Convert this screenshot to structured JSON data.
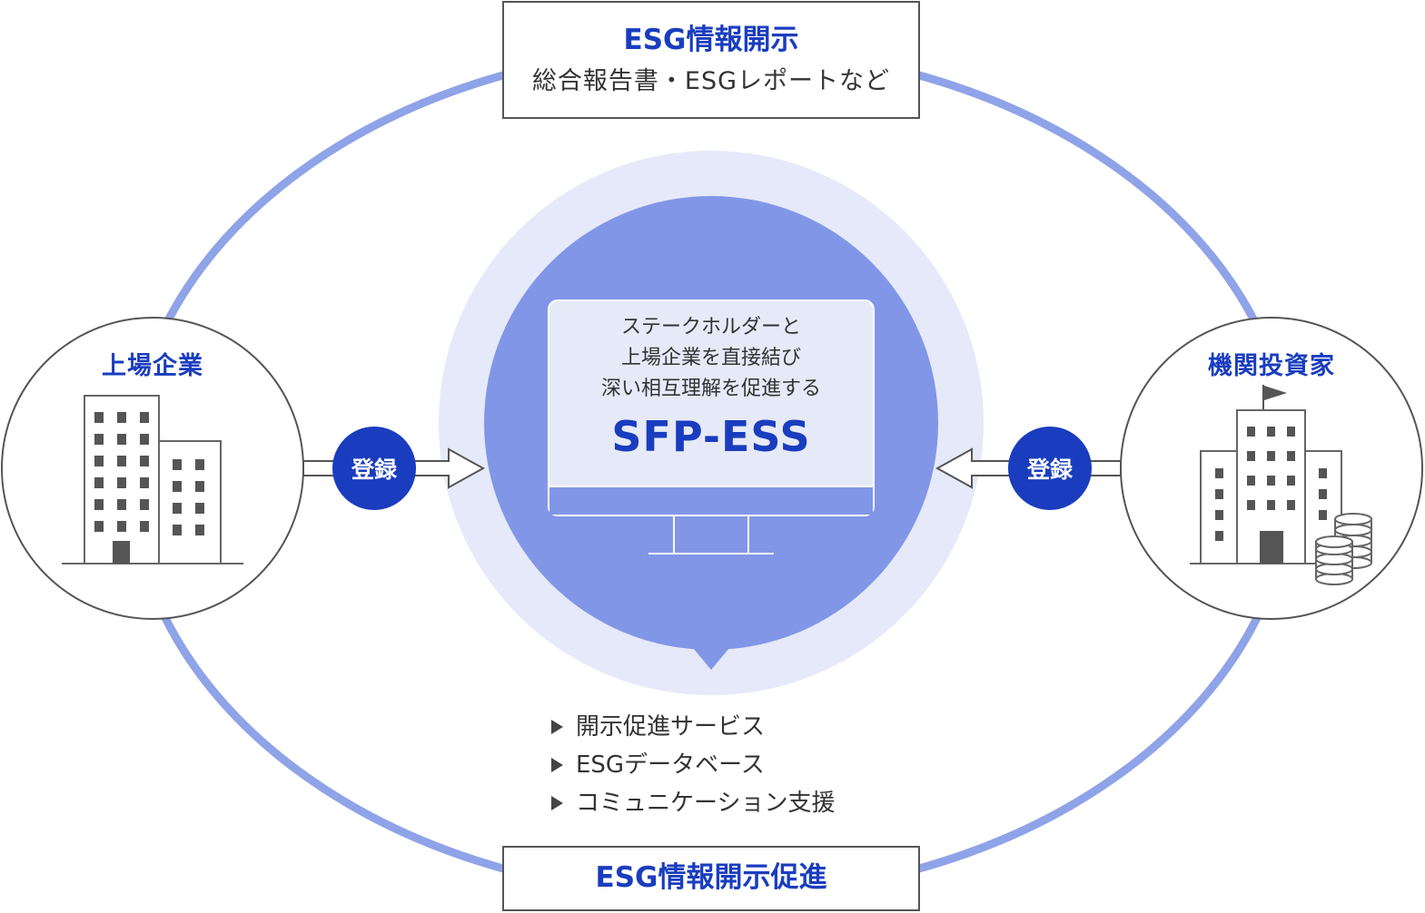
{
  "top_box": {
    "title": "ESG情報開示",
    "subtitle": "総合報告書・ESGレポートなど"
  },
  "bottom_box": {
    "title": "ESG情報開示促進"
  },
  "left_entity": {
    "label": "上場企業",
    "badge": "登録",
    "icon": "office-building-icon"
  },
  "right_entity": {
    "label": "機関投資家",
    "badge": "登録",
    "icon": "investor-building-with-coins-icon"
  },
  "center": {
    "description": [
      "ステークホルダーと",
      "上場企業を直接結び",
      "深い相互理解を促進する"
    ],
    "product_name": "SFP-ESS",
    "icon": "monitor-icon"
  },
  "features": [
    "開示促進サービス",
    "ESGデータベース",
    "コミュニケーション支援"
  ],
  "colors": {
    "accent": "#1a3dbf",
    "ring": "#8fa3e8",
    "center_fill": "#8196e7",
    "center_halo": "#e5e9f9",
    "screen": "#e6eaf8",
    "building": "#666666"
  }
}
